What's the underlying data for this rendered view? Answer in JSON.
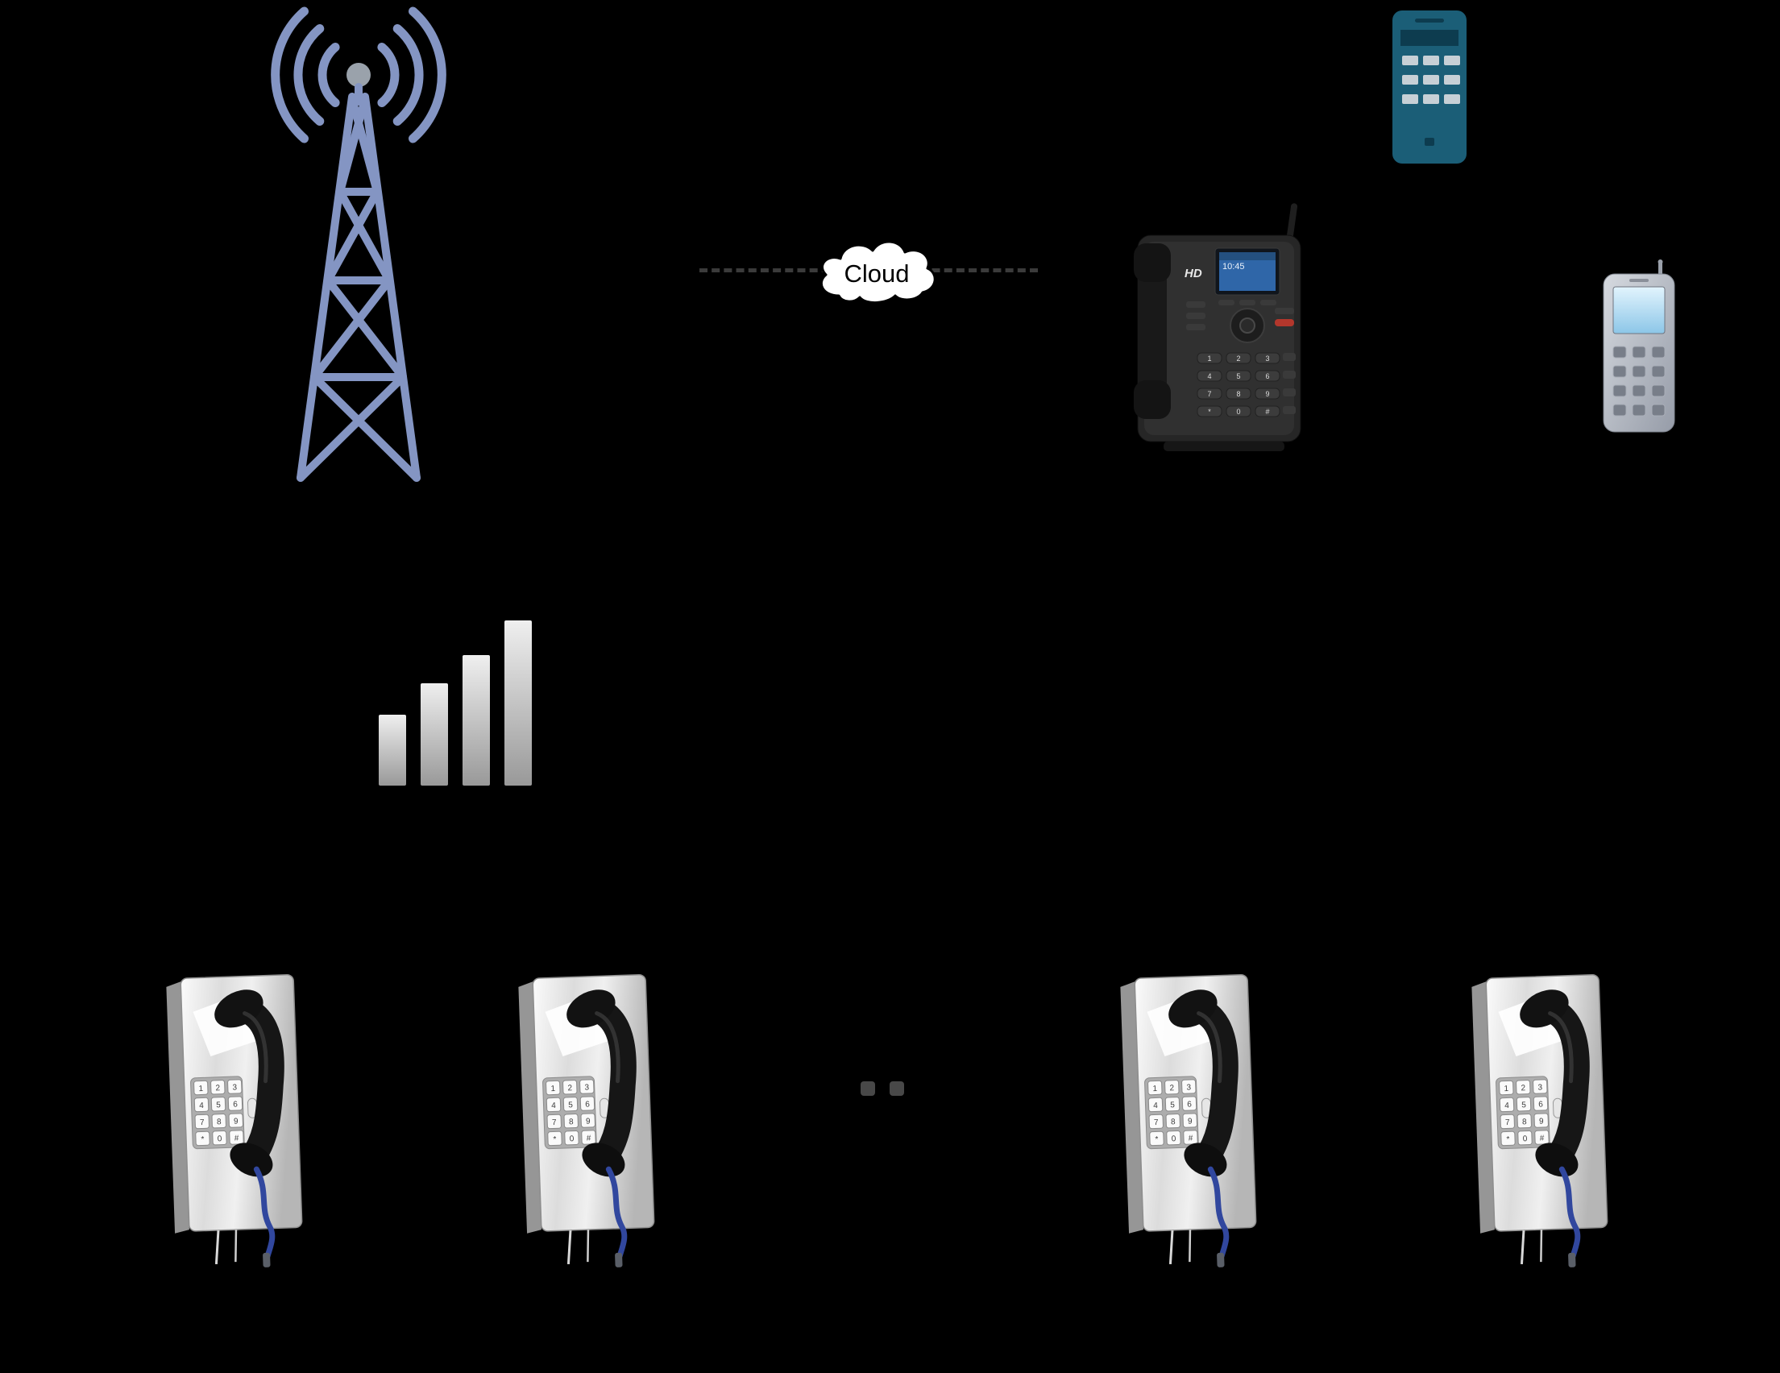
{
  "scene": {
    "background": "#000000",
    "connector": {
      "style": "dashed",
      "color": "#3b3b3b"
    },
    "cloud": {
      "label": "Cloud",
      "fill": "#ffffff",
      "outline": "#000000"
    },
    "tower": {
      "color": "#8495c3",
      "antenna_dot_color": "#9aa2ab"
    },
    "signal_bars": {
      "count": 4,
      "color_top": "#efefef",
      "color_bottom": "#999999"
    },
    "desk_phone": {
      "brand": "HD",
      "screen_time": "10:45",
      "screen_color": "#2f66a8",
      "body_color": "#262626"
    },
    "smartphone": {
      "body_color": "#1b5e77",
      "key_color": "#c7d0d6"
    },
    "mobile_phone": {
      "body_color": "#c0c4cc",
      "screen_color": "#aadcf7"
    },
    "wall_phones": {
      "count": 4,
      "panel_color": "#d9d9d9",
      "handset_color": "#161616",
      "cord_color": "#31479e"
    },
    "keypad": [
      "1",
      "2",
      "3",
      "4",
      "5",
      "6",
      "7",
      "8",
      "9",
      "*",
      "0",
      "#"
    ]
  }
}
